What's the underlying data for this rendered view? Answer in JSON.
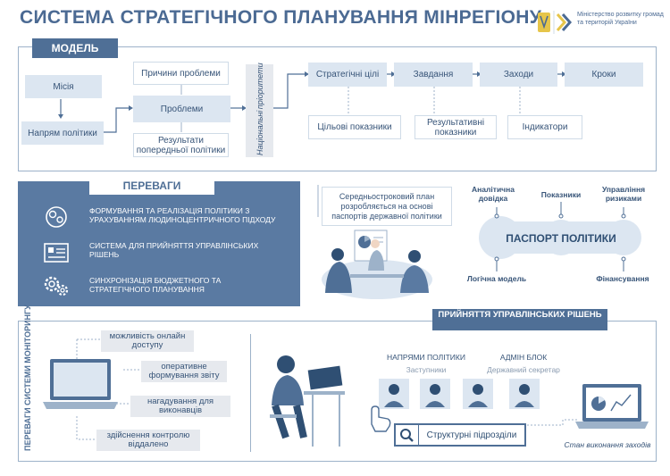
{
  "title": "СИСТЕМА СТРАТЕГІЧНОГО ПЛАНУВАННЯ МІНРЕГІОНУ",
  "logo": {
    "text": "Міністерство розвитку громад та територій України"
  },
  "colors": {
    "primary": "#4f6f96",
    "light": "#dce6f1",
    "border": "#9db2c9",
    "text": "#375478"
  },
  "model": {
    "tag": "МОДЕЛЬ",
    "mission": "Місія",
    "policy_direction": "Напрям політики",
    "causes": "Причини проблеми",
    "problems": "Проблеми",
    "results_prev": "Результати попередньої політики",
    "national_priorities": "Національні пріоритети",
    "goals": "Стратегічні цілі",
    "tasks": "Завдання",
    "measures": "Заходи",
    "steps": "Кроки",
    "target_indicators": "Цільові показники",
    "result_indicators": "Результативні показники",
    "indicators": "Індикатори"
  },
  "advantages": {
    "tag": "ПЕРЕВАГИ",
    "items": [
      {
        "icon": "brain-gears-icon",
        "text": "ФОРМУВАННЯ ТА РЕАЛІЗАЦІЯ ПОЛІТИКИ З УРАХУВАННЯМ ЛЮДИНОЦЕНТРИЧНОГО ПІДХОДУ"
      },
      {
        "icon": "dashboard-icon",
        "text": "СИСТЕМА ДЛЯ ПРИЙНЯТТЯ УПРАВЛІНСЬКИХ РІШЕНЬ"
      },
      {
        "icon": "gears-icon",
        "text": "СИНХРОНІЗАЦІЯ БЮДЖЕТНОГО ТА СТРАТЕГІЧНОГО ПЛАНУВАННЯ"
      }
    ]
  },
  "plan_note": "Середньостроковий план розробляється на основі паспортів державної політики",
  "passport": {
    "center": "ПАСПОРТ ПОЛІТИКИ",
    "analytic": "Аналітична довідка",
    "indicators": "Показники",
    "risk": "Управління ризиками",
    "logic": "Логічна модель",
    "finance": "Фінансування"
  },
  "monitoring": {
    "side_label": "ПЕРЕВАГИ СИСТЕМИ МОНІТОРИНГУ",
    "items": [
      "можливість онлайн доступу",
      "оперативне формування звіту",
      "нагадування для виконавців",
      "здійснення контролю віддалено"
    ]
  },
  "decisions": {
    "tag": "ПРИЙНЯТТЯ УПРАВЛІНСЬКИХ РІШЕНЬ",
    "policy_dirs": "НАПРЯМИ ПОЛІТИКИ",
    "deputies": "Заступники",
    "admin": "АДМІН БЛОК",
    "secretary": "Державний секретар",
    "units": "Структурні підрозділи",
    "status": "Стан виконання заходів"
  }
}
